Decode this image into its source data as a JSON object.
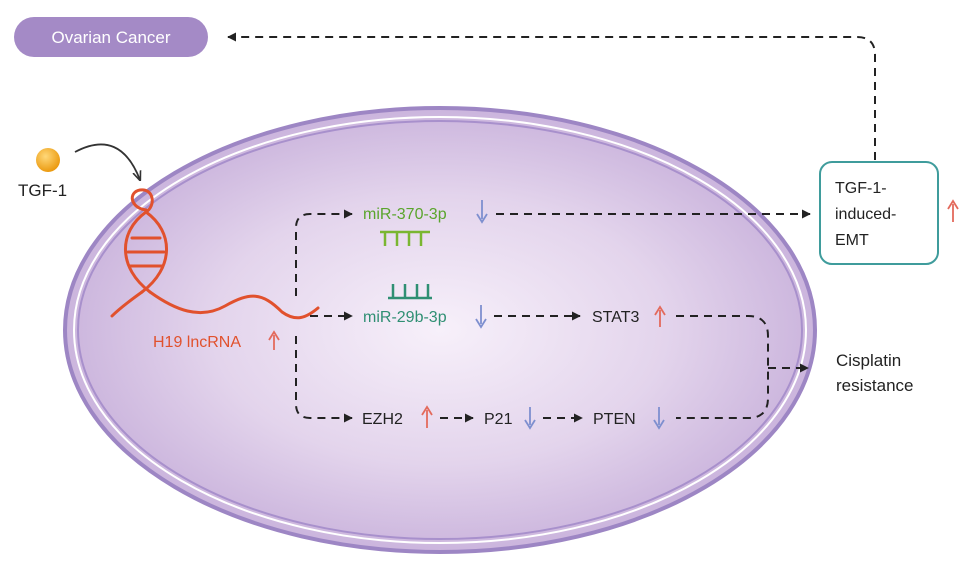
{
  "nodes": {
    "ovarian_cancer": "Ovarian Cancer",
    "tgf1": "TGF-1",
    "h19": "H19 lncRNA",
    "mir370": "miR-370-3p",
    "mir29b": "miR-29b-3p",
    "stat3": "STAT3",
    "ezh2": "EZH2",
    "p21": "P21",
    "pten": "PTEN",
    "emt_line1": "TGF-1-",
    "emt_line2": "induced-",
    "emt_line3": "EMT",
    "cisplatin_line1": "Cisplatin",
    "cisplatin_line2": "resistance"
  },
  "regulation": {
    "h19": "up",
    "mir370": "down",
    "mir29b": "down",
    "stat3": "up",
    "ezh2": "up",
    "p21": "down",
    "pten": "down",
    "emt": "up"
  },
  "colors": {
    "cell_fill_center": "#f6eef9",
    "cell_fill_edge": "#c9b1da",
    "cell_border": "#9d86c4",
    "ovarian_pill": "#a48ac6",
    "h19_red": "#e1512d",
    "mir370_green": "#5aa52c",
    "mir29b_teal": "#2f8f73",
    "emt_box_border": "#3f9c9c",
    "up_arrow": "#e36a5c",
    "down_arrow": "#7e8fcf",
    "tgf_ball": "#f2a81d",
    "dash": "#222222"
  }
}
